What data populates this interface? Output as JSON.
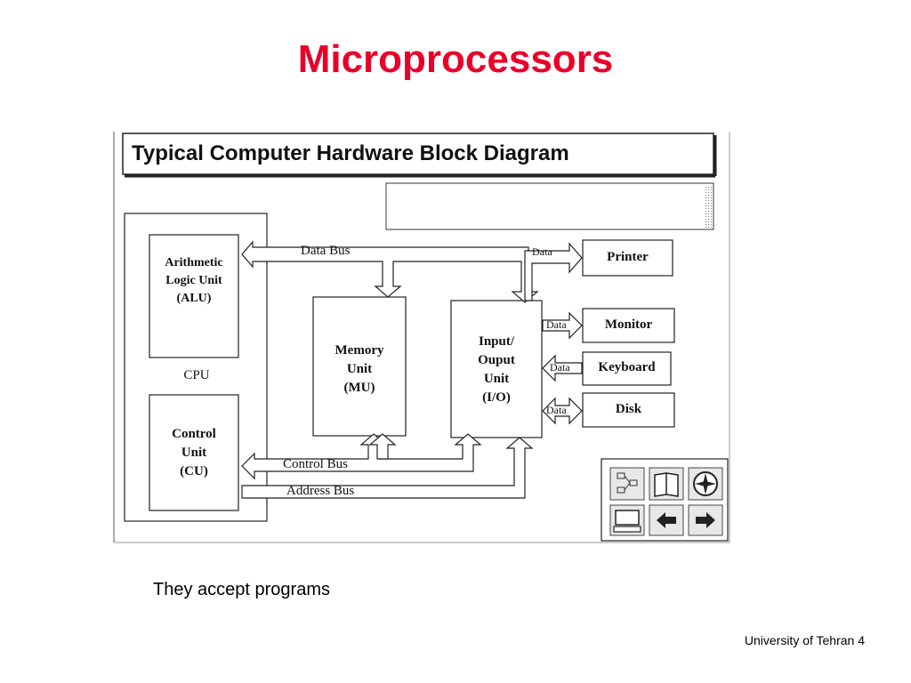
{
  "slide": {
    "title": "Microprocessors",
    "caption": "They accept programs",
    "footer": "University of Tehran 4"
  },
  "diagram": {
    "heading": "Typical Computer Hardware Block Diagram",
    "cpu": "CPU",
    "alu": "Arithmetic\nLogic Unit\n(ALU)",
    "cu": "Control\nUnit\n(CU)",
    "mu": "Memory\nUnit\n(MU)",
    "io": "Input/\nOuput\nUnit\n(I/O)",
    "data_bus": "Data Bus",
    "control_bus": "Control Bus",
    "address_bus": "Address Bus",
    "devices": {
      "printer": "Printer",
      "monitor": "Monitor",
      "keyboard": "Keyboard",
      "disk": "Disk"
    },
    "data_label": "Data"
  },
  "nav_icons": [
    "flowchart-icon",
    "book-icon",
    "compass-icon",
    "computer-icon",
    "arrow-left-icon",
    "arrow-right-icon"
  ]
}
